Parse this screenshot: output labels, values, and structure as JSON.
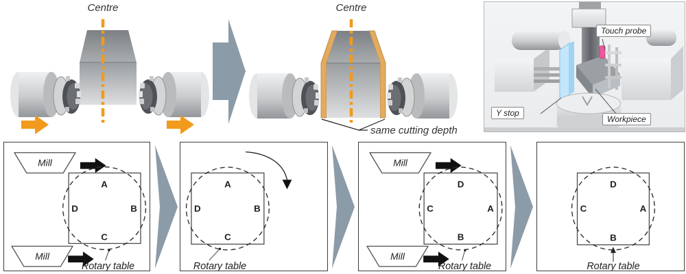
{
  "figure": {
    "scene_center": {
      "centre_label": "Centre"
    },
    "scene_cut": {
      "centre_label": "Centre",
      "annotation": "same cutting depth"
    },
    "machine_panel": {
      "touch_probe_label": "Touch probe",
      "y_stop_label": "Y stop",
      "workpiece_label": "Workpiece"
    },
    "sequence": {
      "panels": [
        {
          "mill_top": "Mill",
          "mill_bottom": "Mill",
          "letters": {
            "top": "A",
            "left": "D",
            "right": "B",
            "bottom": "C"
          },
          "rotary_label": "Rotary table"
        },
        {
          "letters": {
            "top": "A",
            "left": "D",
            "right": "B",
            "bottom": "C"
          },
          "rotary_label": "Rotary table"
        },
        {
          "mill_top": "Mill",
          "mill_bottom": "Mill",
          "letters": {
            "top": "D",
            "left": "C",
            "right": "A",
            "bottom": "B"
          },
          "rotary_label": "Rotary table"
        },
        {
          "letters": {
            "top": "D",
            "left": "C",
            "right": "A",
            "bottom": "B"
          },
          "rotary_label": "Rotary table"
        }
      ]
    },
    "colors": {
      "accent_orange": "#F29A1C",
      "cut_band": "#E2AB60",
      "flow_arrow": "#8C9BA8",
      "probe_pink": "#F0579B",
      "ystop_blue": "#C3E6FA"
    }
  }
}
